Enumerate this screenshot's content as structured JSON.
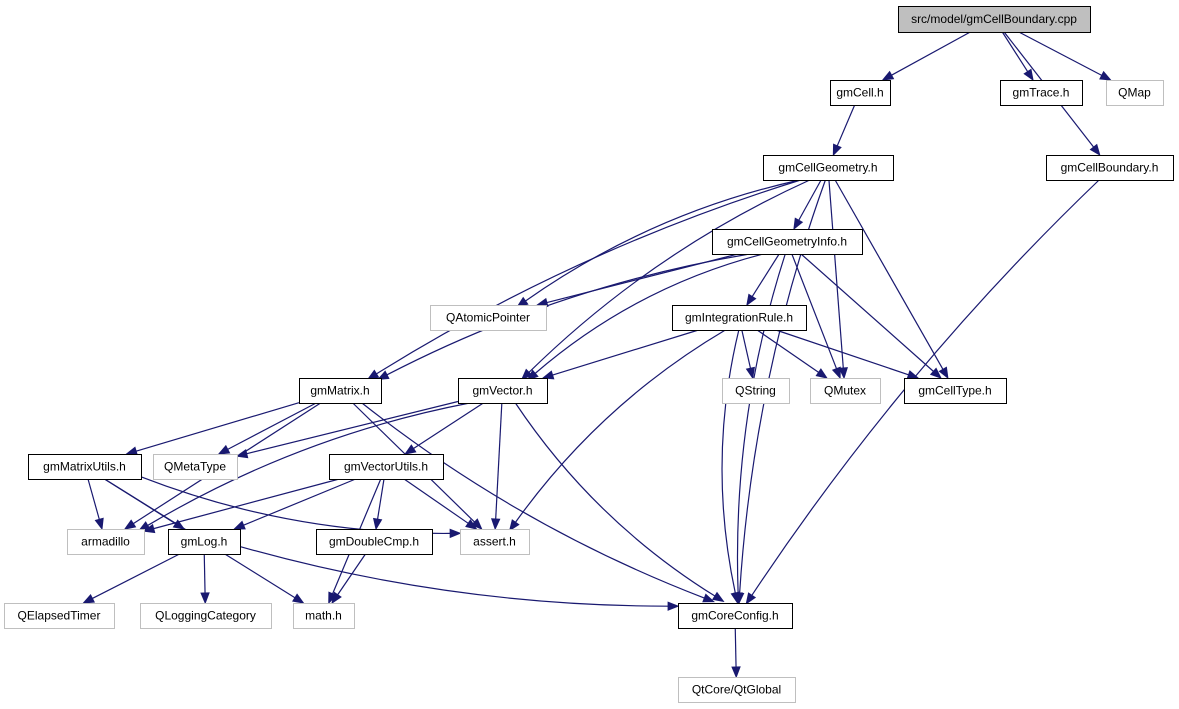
{
  "title": "src/model/gmCellBoundary.cpp include dependency graph",
  "colors": {
    "edge": "#191970",
    "root_fill": "#bfbfbf",
    "documented_border": "#000000",
    "external_border": "#bfbfbf"
  },
  "nodes": [
    {
      "id": "root",
      "label": "src/model/gmCellBoundary.cpp",
      "kind": "root"
    },
    {
      "id": "gmCell",
      "label": "gmCell.h",
      "kind": "documented"
    },
    {
      "id": "gmTrace",
      "label": "gmTrace.h",
      "kind": "documented"
    },
    {
      "id": "QMap",
      "label": "QMap",
      "kind": "external"
    },
    {
      "id": "gmCellGeometry",
      "label": "gmCellGeometry.h",
      "kind": "documented"
    },
    {
      "id": "gmCellBoundaryH",
      "label": "gmCellBoundary.h",
      "kind": "documented"
    },
    {
      "id": "gmCellGeometryInfo",
      "label": "gmCellGeometryInfo.h",
      "kind": "documented"
    },
    {
      "id": "QAtomicPointer",
      "label": "QAtomicPointer",
      "kind": "external"
    },
    {
      "id": "gmIntegrationRule",
      "label": "gmIntegrationRule.h",
      "kind": "documented"
    },
    {
      "id": "gmMatrix",
      "label": "gmMatrix.h",
      "kind": "documented"
    },
    {
      "id": "gmVector",
      "label": "gmVector.h",
      "kind": "documented"
    },
    {
      "id": "QString",
      "label": "QString",
      "kind": "external"
    },
    {
      "id": "QMutex",
      "label": "QMutex",
      "kind": "external"
    },
    {
      "id": "gmCellType",
      "label": "gmCellType.h",
      "kind": "documented"
    },
    {
      "id": "gmMatrixUtils",
      "label": "gmMatrixUtils.h",
      "kind": "documented"
    },
    {
      "id": "QMetaType",
      "label": "QMetaType",
      "kind": "external"
    },
    {
      "id": "gmVectorUtils",
      "label": "gmVectorUtils.h",
      "kind": "documented"
    },
    {
      "id": "armadillo",
      "label": "armadillo",
      "kind": "external"
    },
    {
      "id": "gmLog",
      "label": "gmLog.h",
      "kind": "documented"
    },
    {
      "id": "gmDoubleCmp",
      "label": "gmDoubleCmp.h",
      "kind": "documented"
    },
    {
      "id": "assert",
      "label": "assert.h",
      "kind": "external"
    },
    {
      "id": "QElapsedTimer",
      "label": "QElapsedTimer",
      "kind": "external"
    },
    {
      "id": "QLoggingCategory",
      "label": "QLoggingCategory",
      "kind": "external"
    },
    {
      "id": "math",
      "label": "math.h",
      "kind": "external"
    },
    {
      "id": "gmCoreConfig",
      "label": "gmCoreConfig.h",
      "kind": "documented"
    },
    {
      "id": "QtGlobal",
      "label": "QtCore/QtGlobal",
      "kind": "external"
    }
  ],
  "edges": [
    [
      "root",
      "gmCell"
    ],
    [
      "root",
      "gmTrace"
    ],
    [
      "root",
      "QMap"
    ],
    [
      "root",
      "gmCellBoundaryH"
    ],
    [
      "gmCell",
      "gmCellGeometry"
    ],
    [
      "gmCellGeometry",
      "gmCellGeometryInfo"
    ],
    [
      "gmCellGeometry",
      "QAtomicPointer"
    ],
    [
      "gmCellGeometry",
      "gmMatrix"
    ],
    [
      "gmCellGeometry",
      "gmVector"
    ],
    [
      "gmCellGeometry",
      "QMutex"
    ],
    [
      "gmCellGeometry",
      "gmCellType"
    ],
    [
      "gmCellGeometry",
      "gmCoreConfig"
    ],
    [
      "gmCellBoundaryH",
      "gmCoreConfig"
    ],
    [
      "gmCellGeometryInfo",
      "QAtomicPointer"
    ],
    [
      "gmCellGeometryInfo",
      "gmIntegrationRule"
    ],
    [
      "gmCellGeometryInfo",
      "gmMatrix"
    ],
    [
      "gmCellGeometryInfo",
      "gmVector"
    ],
    [
      "gmCellGeometryInfo",
      "QMutex"
    ],
    [
      "gmCellGeometryInfo",
      "gmCellType"
    ],
    [
      "gmCellGeometryInfo",
      "gmCoreConfig"
    ],
    [
      "gmIntegrationRule",
      "gmVector"
    ],
    [
      "gmIntegrationRule",
      "QString"
    ],
    [
      "gmIntegrationRule",
      "QMutex"
    ],
    [
      "gmIntegrationRule",
      "gmCellType"
    ],
    [
      "gmIntegrationRule",
      "assert"
    ],
    [
      "gmIntegrationRule",
      "gmCoreConfig"
    ],
    [
      "gmMatrix",
      "gmMatrixUtils"
    ],
    [
      "gmMatrix",
      "QMetaType"
    ],
    [
      "gmMatrix",
      "armadillo"
    ],
    [
      "gmMatrix",
      "assert"
    ],
    [
      "gmMatrix",
      "gmCoreConfig"
    ],
    [
      "gmVector",
      "QMetaType"
    ],
    [
      "gmVector",
      "gmVectorUtils"
    ],
    [
      "gmVector",
      "armadillo"
    ],
    [
      "gmVector",
      "assert"
    ],
    [
      "gmVector",
      "gmCoreConfig"
    ],
    [
      "gmMatrixUtils",
      "armadillo"
    ],
    [
      "gmMatrixUtils",
      "gmLog"
    ],
    [
      "gmMatrixUtils",
      "assert"
    ],
    [
      "gmMatrixUtils",
      "math"
    ],
    [
      "gmVectorUtils",
      "armadillo"
    ],
    [
      "gmVectorUtils",
      "gmLog"
    ],
    [
      "gmVectorUtils",
      "gmDoubleCmp"
    ],
    [
      "gmVectorUtils",
      "assert"
    ],
    [
      "gmVectorUtils",
      "math"
    ],
    [
      "gmLog",
      "QElapsedTimer"
    ],
    [
      "gmLog",
      "QLoggingCategory"
    ],
    [
      "gmLog",
      "gmCoreConfig"
    ],
    [
      "gmDoubleCmp",
      "math"
    ],
    [
      "gmCoreConfig",
      "QtGlobal"
    ]
  ]
}
